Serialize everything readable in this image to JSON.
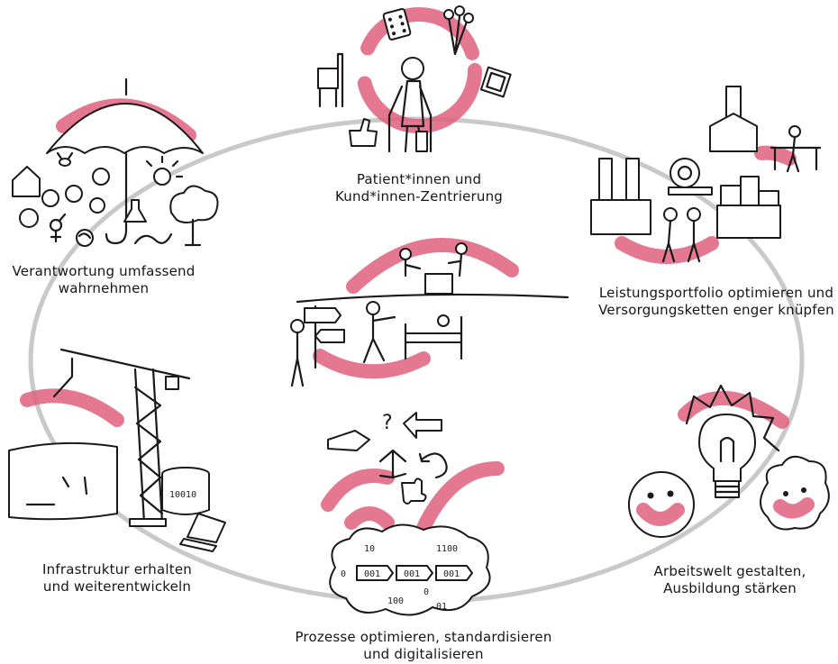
{
  "labels": {
    "patient_centering": "Patient*innen und\nKund*innen-Zentrierung",
    "responsibility": "Verantwortung umfassend\nwahrnehmen",
    "portfolio": "Leistungsportfolio optimieren und\nVersorgungsketten enger knüpfen",
    "infrastructure": "Infrastruktur erhalten\nund weiterentwickeln",
    "work_environment": "Arbeitswelt gestalten,\nAusbildung stärken",
    "processes": "Prozesse optimieren, standardisieren\nund digitalisieren"
  },
  "binary_text": {
    "barrel": "10010",
    "cloud_top_left": "10",
    "cloud_top_right": "1100",
    "chip_1": "001",
    "chip_2": "001",
    "chip_3": "001",
    "cloud_left": "0",
    "cloud_bottom": "100",
    "cloud_bottom_right": "01",
    "cloud_mid": "0"
  },
  "symbols": {
    "question_mark": "?"
  },
  "colors": {
    "accent_pink": "#e0607e",
    "ring_gray": "#c9c9c9",
    "ink": "#1a1a1a"
  },
  "icons": [
    "umbrella-icon",
    "factory-icon",
    "crane-icon",
    "lightbulb-icon",
    "cloud-icon",
    "signpost-icon",
    "puzzle-icon",
    "hospital-bed-icon",
    "smiley-icon",
    "tree-icon",
    "sun-icon",
    "laptop-icon"
  ]
}
